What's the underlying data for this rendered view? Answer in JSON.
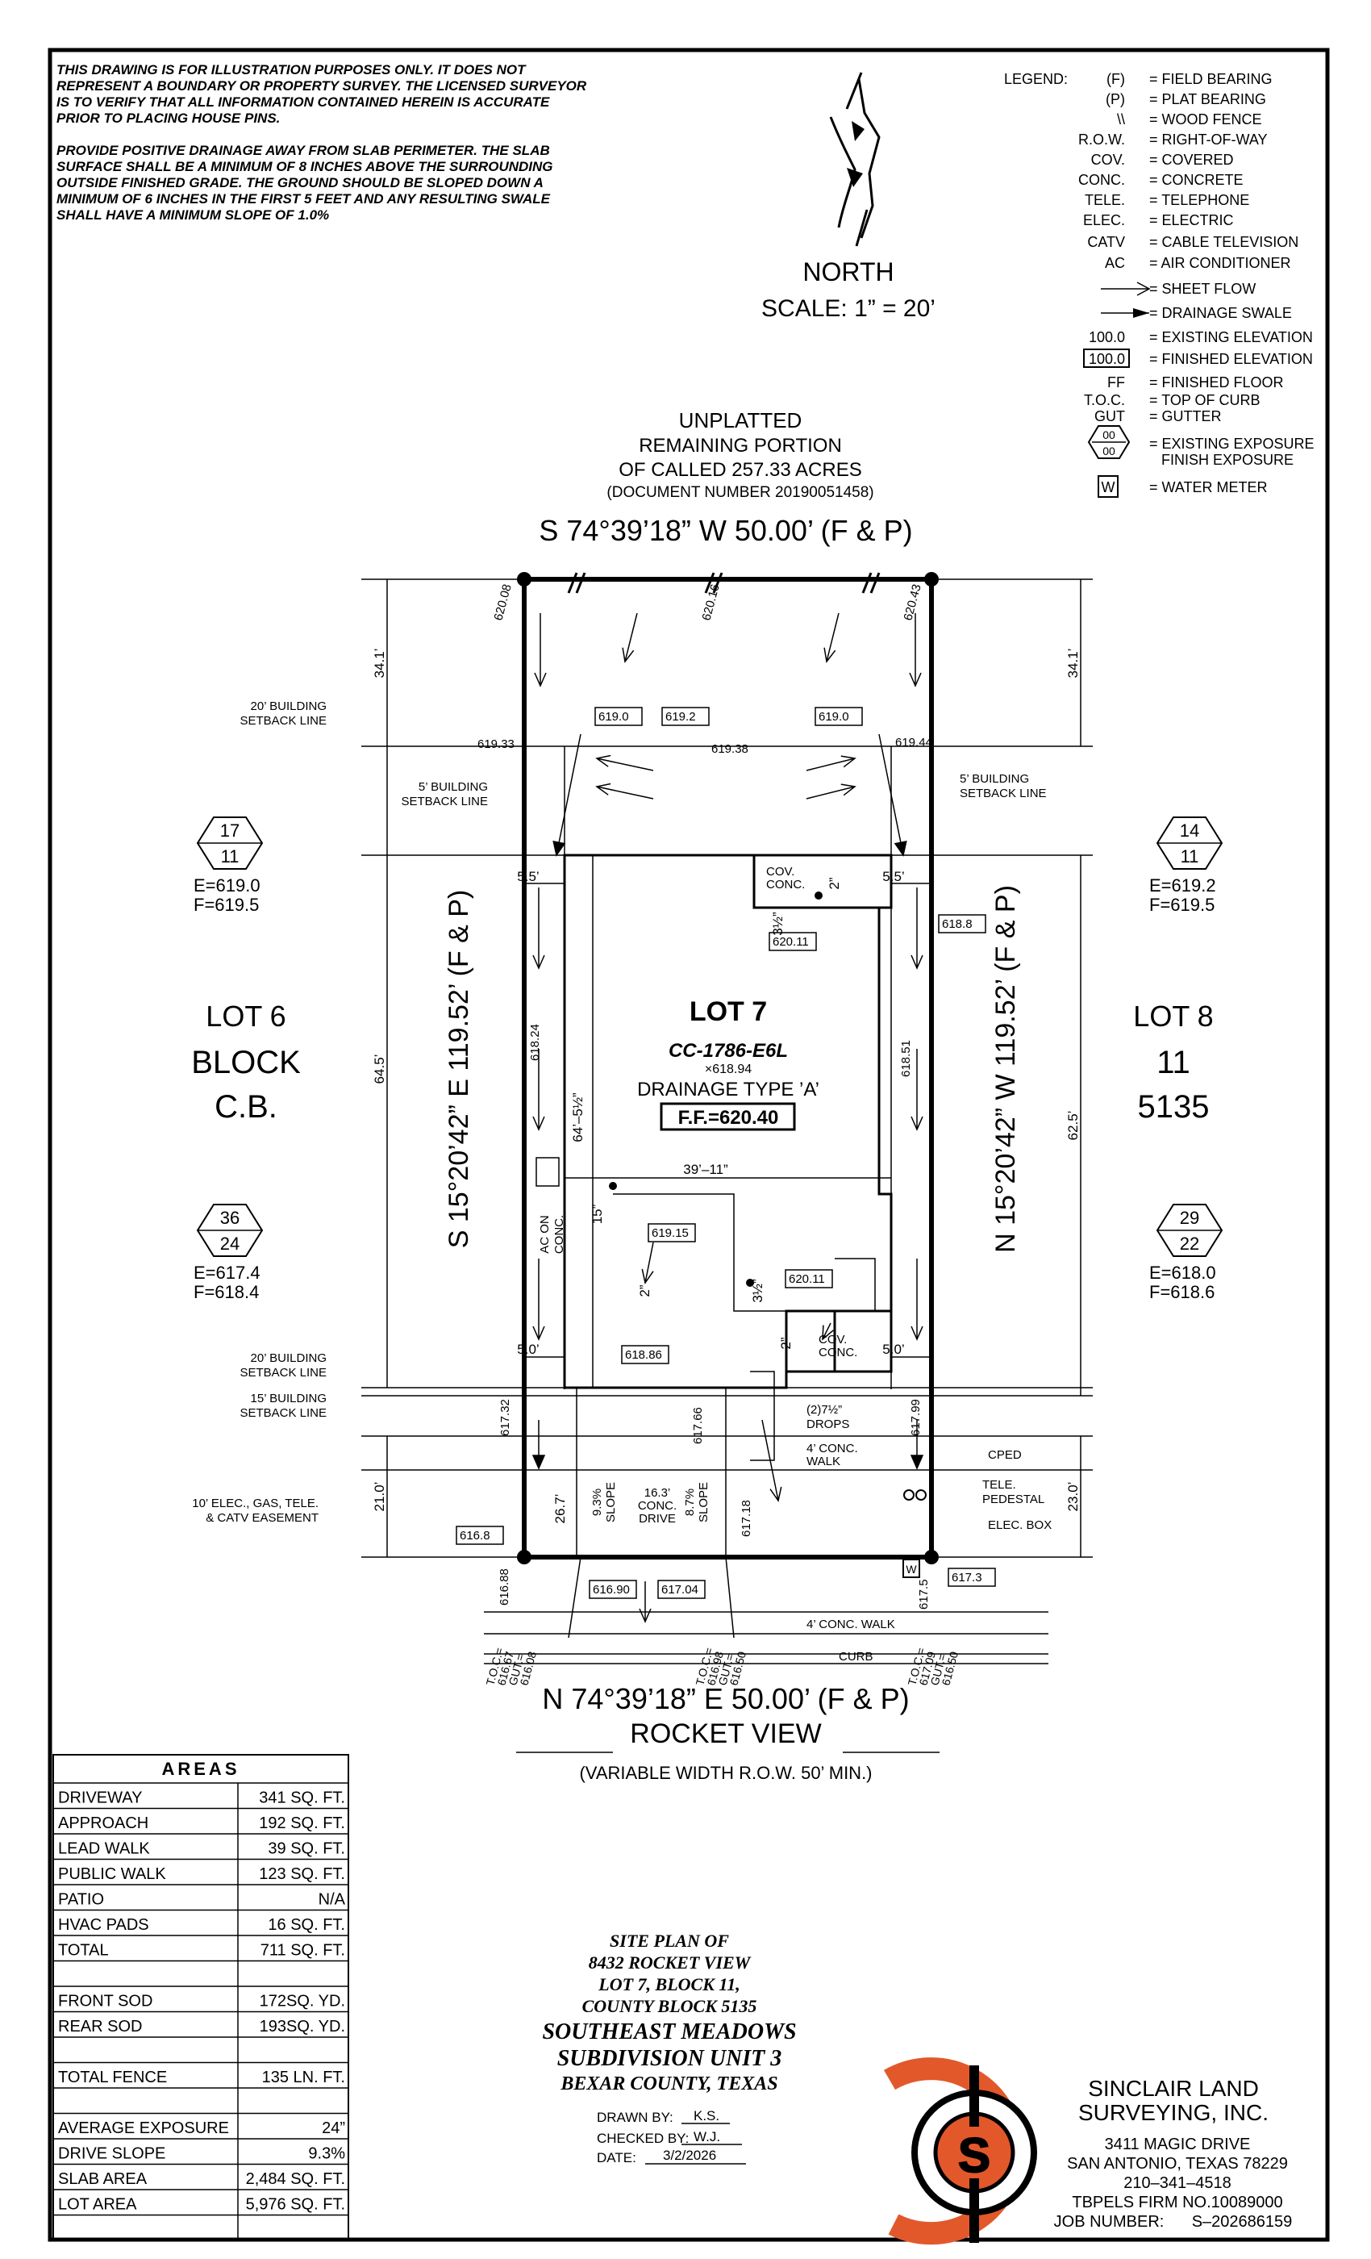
{
  "notes": {
    "line1": "THIS DRAWING IS FOR ILLUSTRATION PURPOSES ONLY. IT DOES NOT",
    "line2": "REPRESENT A BOUNDARY OR PROPERTY SURVEY. THE LICENSED SURVEYOR",
    "line3": "IS TO VERIFY THAT ALL INFORMATION CONTAINED HEREIN IS ACCURATE",
    "line4": "PRIOR TO PLACING HOUSE PINS.",
    "line5": "PROVIDE POSITIVE DRAINAGE AWAY FROM SLAB PERIMETER. THE SLAB",
    "line6": "SURFACE SHALL BE A MINIMUM OF 8 INCHES ABOVE THE SURROUNDING",
    "line7": "OUTSIDE FINISHED GRADE. THE GROUND SHOULD BE SLOPED DOWN A",
    "line8": "MINIMUM OF 6 INCHES IN THE FIRST 5 FEET AND ANY RESULTING SWALE",
    "line9": "SHALL HAVE A MINIMUM SLOPE OF 1.0%"
  },
  "north": {
    "label": "NORTH",
    "scale": "SCALE:  1” = 20’"
  },
  "legend": {
    "title": "LEGEND:",
    "items": [
      {
        "sym": "(F)",
        "desc": "= FIELD BEARING"
      },
      {
        "sym": "(P)",
        "desc": "= PLAT BEARING"
      },
      {
        "sym": "\\\\",
        "desc": "= WOOD FENCE"
      },
      {
        "sym": "R.O.W.",
        "desc": "= RIGHT-OF-WAY"
      },
      {
        "sym": "COV.",
        "desc": "= COVERED"
      },
      {
        "sym": "CONC.",
        "desc": "= CONCRETE"
      },
      {
        "sym": "TELE.",
        "desc": "= TELEPHONE"
      },
      {
        "sym": "ELEC.",
        "desc": "= ELECTRIC"
      },
      {
        "sym": "CATV",
        "desc": "= CABLE TELEVISION"
      },
      {
        "sym": "AC",
        "desc": "= AIR CONDITIONER"
      },
      {
        "sym": "",
        "desc": "= SHEET FLOW"
      },
      {
        "sym": "",
        "desc": "= DRAINAGE SWALE"
      },
      {
        "sym": "100.0",
        "desc": "= EXISTING ELEVATION"
      },
      {
        "sym": "100.0",
        "desc": "= FINISHED ELEVATION"
      },
      {
        "sym": "FF",
        "desc": "= FINISHED FLOOR"
      },
      {
        "sym": "T.O.C.",
        "desc": "= TOP OF CURB"
      },
      {
        "sym": "GUT",
        "desc": "= GUTTER"
      },
      {
        "sym": "00",
        "sym2": "00",
        "desc": "= EXISTING EXPOSURE",
        "desc2": "FINISH EXPOSURE"
      },
      {
        "sym": "W",
        "desc": "= WATER METER"
      }
    ]
  },
  "unplatted": {
    "l1": "UNPLATTED",
    "l2": "REMAINING PORTION",
    "l3": "OF CALLED 257.33 ACRES",
    "l4": "(DOCUMENT NUMBER 20190051458)"
  },
  "bearings": {
    "north": "S 74°39’18”  W 50.00’ (F & P)",
    "south": "N 74°39’18”  E 50.00’ (F & P)",
    "west": "S 15°20’42”  E 119.52’ (F & P)",
    "east": "N 15°20’42”  W 119.52’ (F & P)"
  },
  "street": {
    "name": "ROCKET VIEW",
    "row": "(VARIABLE WIDTH R.O.W. 50’ MIN.)"
  },
  "lots": {
    "lot6": {
      "l1": "LOT 6",
      "l2": "BLOCK",
      "l3": "C.B."
    },
    "lot8": {
      "l1": "LOT 8",
      "l2": "11",
      "l3": "5135"
    },
    "lot7": {
      "title": "LOT 7",
      "plan": "CC-1786-E6L",
      "pt": "×618.94",
      "drainage": "DRAINAGE TYPE ’A’",
      "ff": "F.F.=620.40"
    }
  },
  "exposures": {
    "nw": {
      "top": "17",
      "bottom": "11",
      "e": "E=619.0",
      "f": "F=619.5"
    },
    "ne": {
      "top": "14",
      "bottom": "11",
      "e": "E=619.2",
      "f": "F=619.5"
    },
    "sw": {
      "top": "36",
      "bottom": "24",
      "e": "E=617.4",
      "f": "F=618.4"
    },
    "se": {
      "top": "29",
      "bottom": "22",
      "e": "E=618.0",
      "f": "F=618.6"
    }
  },
  "elev": {
    "e62008": "620.08",
    "e62016": "620.16",
    "e62043": "620.43",
    "e61933": "619.33",
    "e61944": "619.44",
    "e61938": "619.38",
    "e6190a": "619.0",
    "e6192": "619.2",
    "e6190b": "619.0",
    "e61824": "618.24",
    "e61851": "618.51",
    "e6188": "618.8",
    "e62011a": "620.11",
    "e62011b": "620.11",
    "e61915": "619.15",
    "e61886": "618.86",
    "e61732": "617.32",
    "e61766": "617.66",
    "e61799": "617.99",
    "e6168": "616.8",
    "e61718": "617.18",
    "e61688": "616.88",
    "e61690": "616.90",
    "e61704": "617.04",
    "e6175": "617.5",
    "e6173": "617.3"
  },
  "dims": {
    "d341a": "34.1’",
    "d341b": "34.1’",
    "d645": "64.5’",
    "d625": "62.5’",
    "d210": "21.0’",
    "d230": "23.0’",
    "d267": "26.7’",
    "d55a": "5.5’",
    "d55b": "5.5’",
    "d50a": "5.0’",
    "d50b": "5.0’",
    "d3911": "39’–11”",
    "d645h": "64’–5½”",
    "s2a": "2”",
    "s312": "3½”",
    "s15": "15”",
    "s2b": "2”",
    "s312b": "3½”",
    "s2c": "2”"
  },
  "labels": {
    "setback20a": [
      "20’ BUILDING",
      "SETBACK LINE"
    ],
    "setback5a": [
      "5’ BUILDING",
      "SETBACK LINE"
    ],
    "setback5b": [
      "5’ BUILDING",
      "SETBACK LINE"
    ],
    "setback20b": [
      "20’ BUILDING",
      "SETBACK LINE"
    ],
    "setback15": [
      "15’ BUILDING",
      "SETBACK LINE"
    ],
    "easement": [
      "10’ ELEC., GAS, TELE.",
      "& CATV EASEMENT"
    ],
    "covconc1": [
      "COV.",
      "CONC."
    ],
    "covconc2": [
      "COV.",
      "CONC."
    ],
    "acon": [
      "AC ON",
      "CONC."
    ],
    "drops": [
      "(2)7½”",
      "DROPS"
    ],
    "walk4": [
      "4’ CONC.",
      "WALK"
    ],
    "slope93": [
      "9.3%",
      "SLOPE"
    ],
    "drive": [
      "16.3’",
      "CONC.",
      "DRIVE"
    ],
    "slope87": [
      "8.7%",
      "SLOPE"
    ],
    "cped": "CPED",
    "tele": [
      "TELE.",
      "PEDESTAL"
    ],
    "elecbox": "ELEC. BOX",
    "walk4b": "4’ CONC. WALK",
    "curb": "CURB",
    "toc1": [
      "T.O.C.=",
      "616.67",
      "GUT.=",
      "616.08"
    ],
    "toc2": [
      "T.O.C.=",
      "616.98",
      "GUT.=",
      "616.50"
    ],
    "toc3": [
      "T.O.C.=",
      "617.09",
      "GUT.=",
      "616.50"
    ],
    "water": "W"
  },
  "areas": {
    "title": "AREAS",
    "rows": [
      {
        "label": "DRIVEWAY",
        "value": "341 SQ. FT."
      },
      {
        "label": "APPROACH",
        "value": "192 SQ. FT."
      },
      {
        "label": "LEAD WALK",
        "value": "39 SQ. FT."
      },
      {
        "label": "PUBLIC WALK",
        "value": "123 SQ. FT."
      },
      {
        "label": "PATIO",
        "value": "N/A"
      },
      {
        "label": "HVAC PADS",
        "value": "16 SQ. FT."
      },
      {
        "label": "TOTAL",
        "value": "711 SQ. FT."
      },
      {
        "label": "",
        "value": ""
      },
      {
        "label": "FRONT SOD",
        "value": "172SQ. YD."
      },
      {
        "label": "REAR SOD",
        "value": "193SQ. YD."
      },
      {
        "label": "",
        "value": ""
      },
      {
        "label": "TOTAL FENCE",
        "value": "135 LN. FT."
      },
      {
        "label": "",
        "value": ""
      },
      {
        "label": "AVERAGE EXPOSURE",
        "value": "24”"
      },
      {
        "label": "DRIVE SLOPE",
        "value": "9.3%"
      },
      {
        "label": "SLAB AREA",
        "value": "2,484 SQ. FT."
      },
      {
        "label": "LOT AREA",
        "value": "5,976 SQ. FT."
      },
      {
        "label": "",
        "value": ""
      }
    ]
  },
  "title_block": {
    "l1": "SITE PLAN OF",
    "l2": "8432 ROCKET VIEW",
    "l3": "LOT 7, BLOCK 11,",
    "l4": "COUNTY BLOCK 5135",
    "l5": "SOUTHEAST MEADOWS",
    "l6": "SUBDIVISION UNIT 3",
    "l7": "BEXAR COUNTY, TEXAS",
    "drawn_label": "DRAWN BY:",
    "drawn": "K.S.",
    "checked_label": "CHECKED BY:",
    "checked": "W.J.",
    "date_label": "DATE:",
    "date": "3/2/2026"
  },
  "company": {
    "logo_letter": "S",
    "name1": "SINCLAIR LAND",
    "name2": "SURVEYING, INC.",
    "addr1": "3411 MAGIC DRIVE",
    "addr2": "SAN ANTONIO, TEXAS 78229",
    "phone": "210–341–4518",
    "firm": "TBPELS FIRM NO.10089000",
    "job_label": "JOB NUMBER:",
    "job": "S–202686159",
    "brand_color": "#e2582a"
  }
}
